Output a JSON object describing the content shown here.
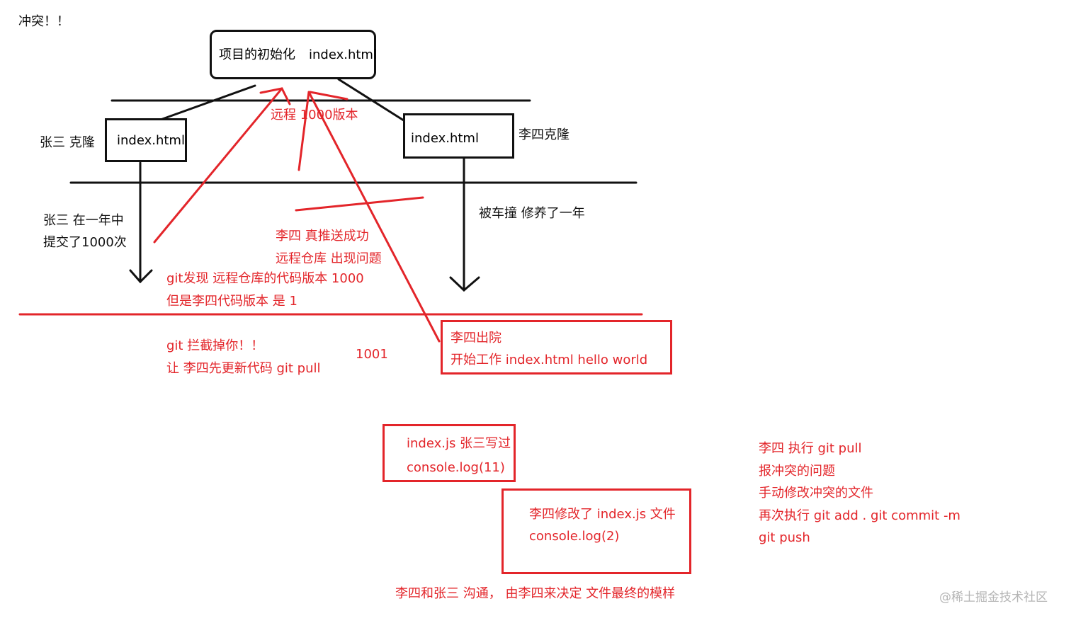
{
  "title": "冲突！！",
  "colors": {
    "ink": "#111111",
    "red": "#e3252a",
    "watermark": "#b5b5b5"
  },
  "root_box": {
    "label": "项目的初始化",
    "file": "index.html"
  },
  "remote_label": "远程 1000版本",
  "zhangsan": {
    "clone_label": "张三 克隆",
    "box_file": "index.html",
    "commit_line1": "张三 在一年中",
    "commit_line2": "提交了1000次"
  },
  "lisi": {
    "clone_label": "李四克隆",
    "box_file": "index.html",
    "accident": "被车撞 修养了一年"
  },
  "push_note": {
    "line1": "李四 真推送成功",
    "line2": "远程仓库 出现问题"
  },
  "git_detect": {
    "line1": "git发现  远程仓库的代码版本 1000",
    "line2": "但是李四代码版本 是 1"
  },
  "git_block": {
    "line1": "git 拦截掉你！！",
    "line2": "让 李四先更新代码  git pull"
  },
  "version_1001": "1001",
  "discharge_box": {
    "line1": "李四出院",
    "line2": "开始工作 index.html  hello world"
  },
  "zs_code_box": {
    "line1": "index.js  张三写过",
    "line2": "console.log(11)"
  },
  "ls_code_box": {
    "line1": "李四修改了 index.js 文件",
    "line2": "console.log(2)"
  },
  "resolve_steps": [
    "李四 执行 git pull",
    "报冲突的问题",
    "手动修改冲突的文件",
    "再次执行  git add .   git commit -m",
    "git push"
  ],
  "conclusion": "李四和张三  沟通，  由李四来决定 文件最终的模样",
  "watermark": "@稀土掘金技术社区"
}
